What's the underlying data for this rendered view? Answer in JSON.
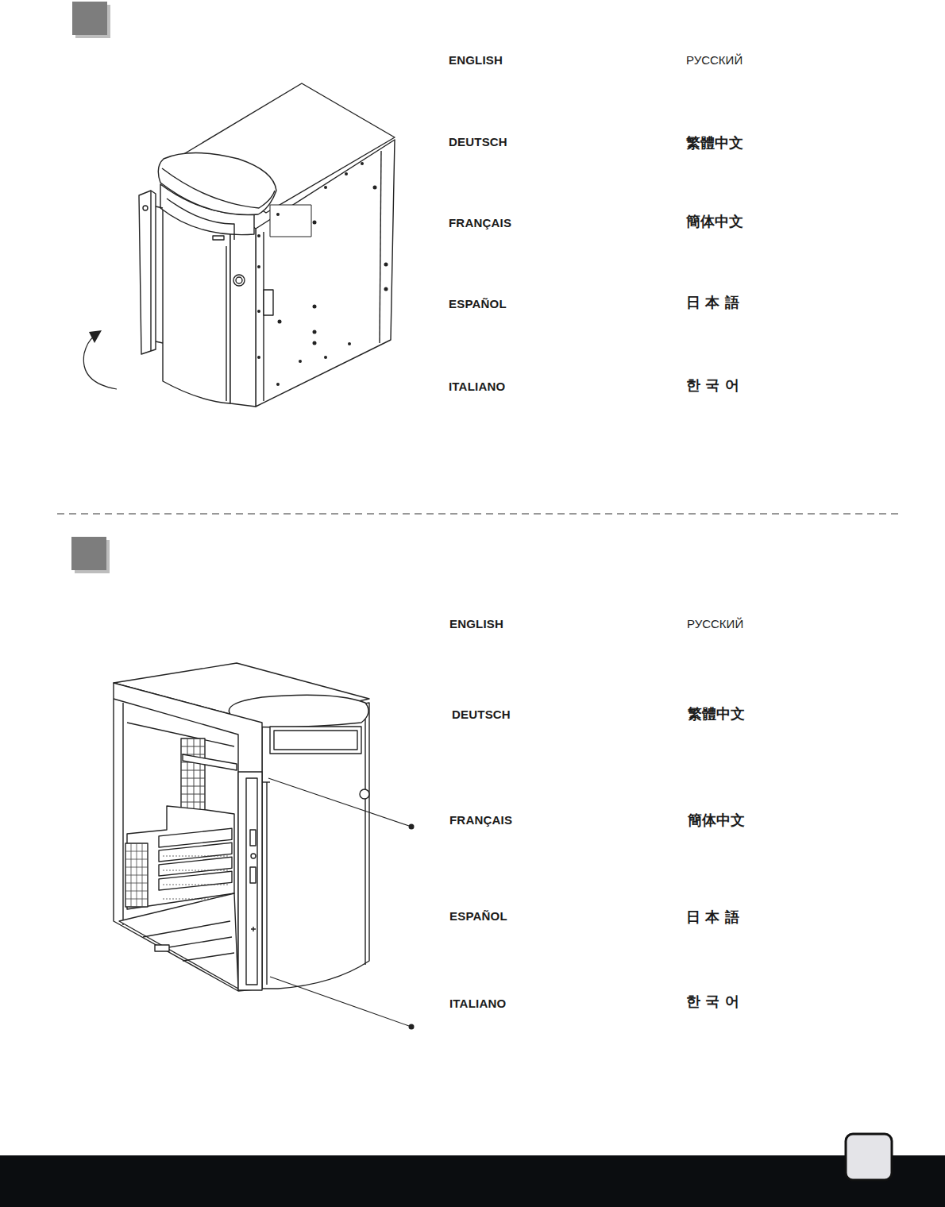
{
  "diagram": {
    "labels": [
      "ENGLISH",
      "РУССКИЙ",
      "DEUTSCH",
      "繁體中文",
      "FRANÇAIS",
      "簡体中文",
      "ESPAÑOL",
      "日 本 語",
      "ITALIANO",
      "한 국 어",
      "ENGLISH",
      "РУССКИЙ",
      "DEUTSCH",
      "繁體中文",
      "FRANÇAIS",
      "簡体中文",
      "ESPAÑOL",
      "日 本 語",
      "ITALIANO",
      "한 국 어"
    ]
  }
}
